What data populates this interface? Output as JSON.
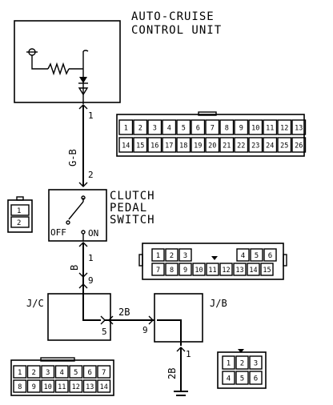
{
  "acu": {
    "title_line1": "AUTO-CRUISE",
    "title_line2": "CONTROL UNIT",
    "pin_top": "1"
  },
  "wire1": {
    "color": "G-B",
    "pin_bottom": "2"
  },
  "clutch": {
    "line1": "CLUTCH",
    "line2": "PEDAL",
    "line3": "SWITCH",
    "off": "OFF",
    "on": "ON",
    "pin_bottom": "1"
  },
  "wire2": {
    "color": "B",
    "pin_jc": "9"
  },
  "jc": {
    "label": "J/C",
    "pin_out": "5"
  },
  "wire3": {
    "color": "2B",
    "pin_jb": "9"
  },
  "jb": {
    "label": "J/B",
    "pin_out": "1"
  },
  "wire4": {
    "color": "2B"
  },
  "conn_small": {
    "cells": [
      "1",
      "2"
    ]
  },
  "conn_acu": {
    "row1": [
      "1",
      "2",
      "3",
      "4",
      "5",
      "6",
      "7",
      "8",
      "9",
      "10",
      "11",
      "12",
      "13"
    ],
    "row2": [
      "14",
      "15",
      "16",
      "17",
      "18",
      "19",
      "20",
      "21",
      "22",
      "23",
      "24",
      "25",
      "26"
    ]
  },
  "conn_jb": {
    "row1_left": [
      "1",
      "2",
      "3"
    ],
    "row1_right": [
      "4",
      "5",
      "6"
    ],
    "row2": [
      "7",
      "8",
      "9",
      "10",
      "11",
      "12",
      "13",
      "14",
      "15"
    ]
  },
  "conn_jc": {
    "row1": [
      "1",
      "2",
      "3",
      "4",
      "5",
      "6",
      "7"
    ],
    "row2": [
      "8",
      "9",
      "10",
      "11",
      "12",
      "13",
      "14"
    ]
  },
  "conn_ground": {
    "row1": [
      "1",
      "2",
      "3"
    ],
    "row2": [
      "4",
      "5",
      "6"
    ]
  }
}
